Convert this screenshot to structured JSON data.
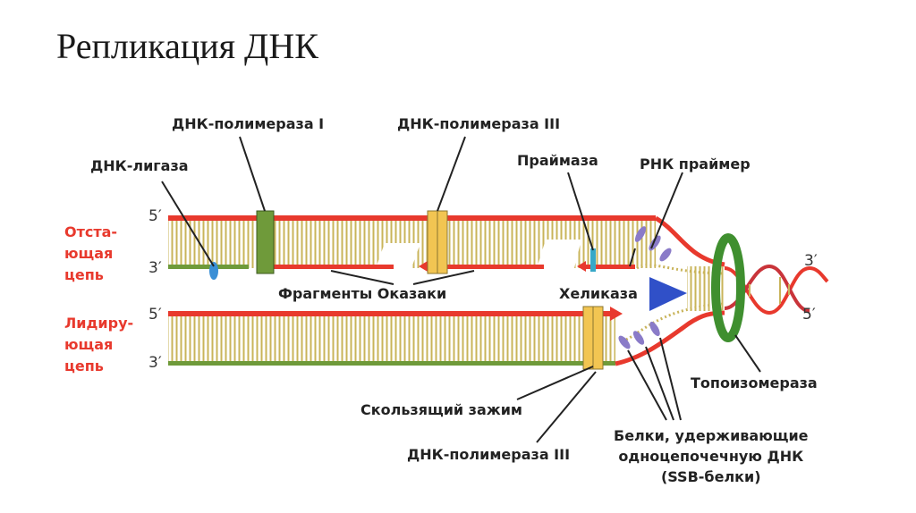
{
  "title": "Репликация ДНК",
  "strands": {
    "lagging": "Отста-\nющая\nцепь",
    "leading": "Лидиру-\nющая\nцепь"
  },
  "primes": {
    "lag_top": "5′",
    "lag_bottom": "3′",
    "lead_top": "5′",
    "lead_bottom": "3′",
    "right_top": "3′",
    "right_bottom": "5′"
  },
  "labels": {
    "ligase": "ДНК-лигаза",
    "pol1": "ДНК-полимераза I",
    "pol3_top": "ДНК-полимераза III",
    "primase": "Праймаза",
    "rna_primer": "РНК праймер",
    "okazaki": "Фрагменты Оказаки",
    "helicase": "Хеликаза",
    "topo": "Топоизомераза",
    "clamp": "Скользящий зажим",
    "pol3_bottom": "ДНК-полимераза III",
    "ssb": "Белки, удерживающие\nодноцепочечную ДНК\n(SSB-белки)"
  },
  "colors": {
    "backbone_red": "#e8392d",
    "backbone_green": "#6f9a3a",
    "rungs": "#c9b45a",
    "polymerase": "#f2c552",
    "pol1": "#6f9a3a",
    "topo": "#3f8f2f",
    "helicase": "#3050c8",
    "ssb": "#8a7bc8",
    "ligase": "#3a8fd6",
    "primase": "#37a8c8"
  }
}
